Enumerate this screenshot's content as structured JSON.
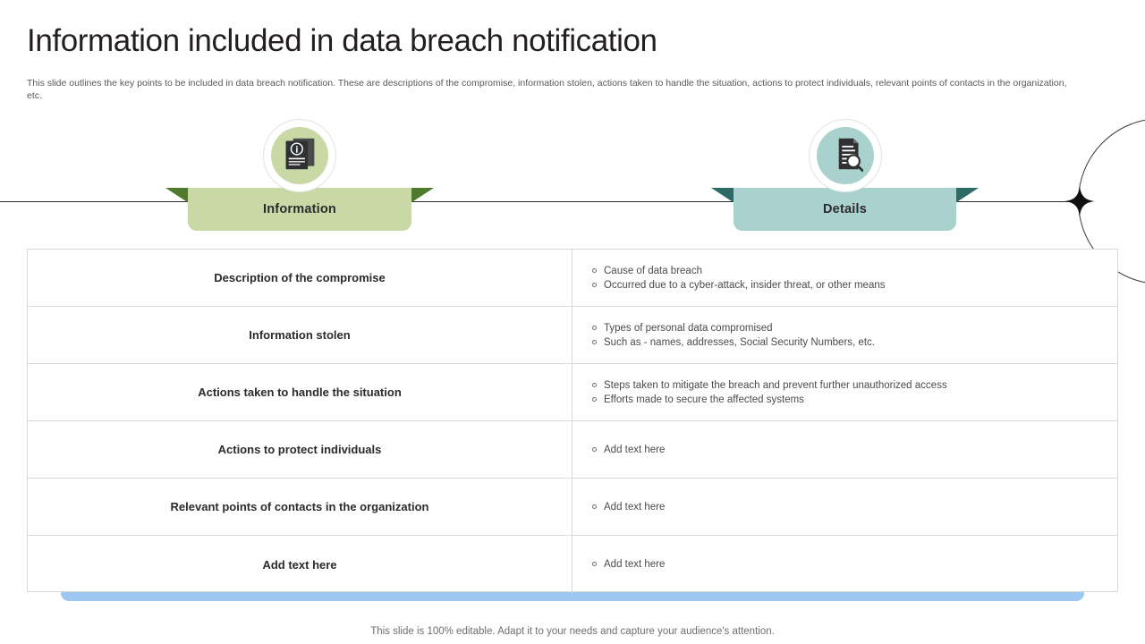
{
  "slide": {
    "title": "Information included in data breach notification",
    "subtitle": "This slide outlines the key points to be included in data breach notification. These are descriptions of the compromise, information stolen, actions taken to handle the situation, actions to protect individuals, relevant points of contacts in the organization, etc.",
    "footer": "This slide is 100% editable. Adapt it to your needs and capture your audience's attention."
  },
  "banners": {
    "information": {
      "label": "Information",
      "color": "#c9d9a6",
      "fold_color": "#4e7a2e",
      "icon": "document-info-icon"
    },
    "details": {
      "label": "Details",
      "color": "#a9d2ce",
      "fold_color": "#2f6b66",
      "icon": "document-search-icon"
    }
  },
  "decor": {
    "circle": "decorative-circle",
    "star": "four-point-star-icon",
    "accent_bar_color": "#9cc7f0"
  },
  "table": {
    "columns": [
      "Information",
      "Details"
    ],
    "rows": [
      {
        "label": "Description of the compromise",
        "details": [
          "Cause of data breach",
          "Occurred due to a cyber-attack, insider threat, or other means"
        ]
      },
      {
        "label": "Information stolen",
        "details": [
          "Types of personal data compromised",
          "Such as - names, addresses, Social Security Numbers, etc."
        ]
      },
      {
        "label": "Actions taken to handle the situation",
        "details": [
          "Steps taken to mitigate the breach and prevent further unauthorized access",
          "Efforts made to secure the affected systems"
        ]
      },
      {
        "label": "Actions to protect individuals",
        "details": [
          "Add text here"
        ]
      },
      {
        "label": "Relevant points of contacts in the organization",
        "details": [
          "Add text here"
        ]
      },
      {
        "label": "Add text here",
        "details": [
          "Add text here"
        ]
      }
    ]
  }
}
